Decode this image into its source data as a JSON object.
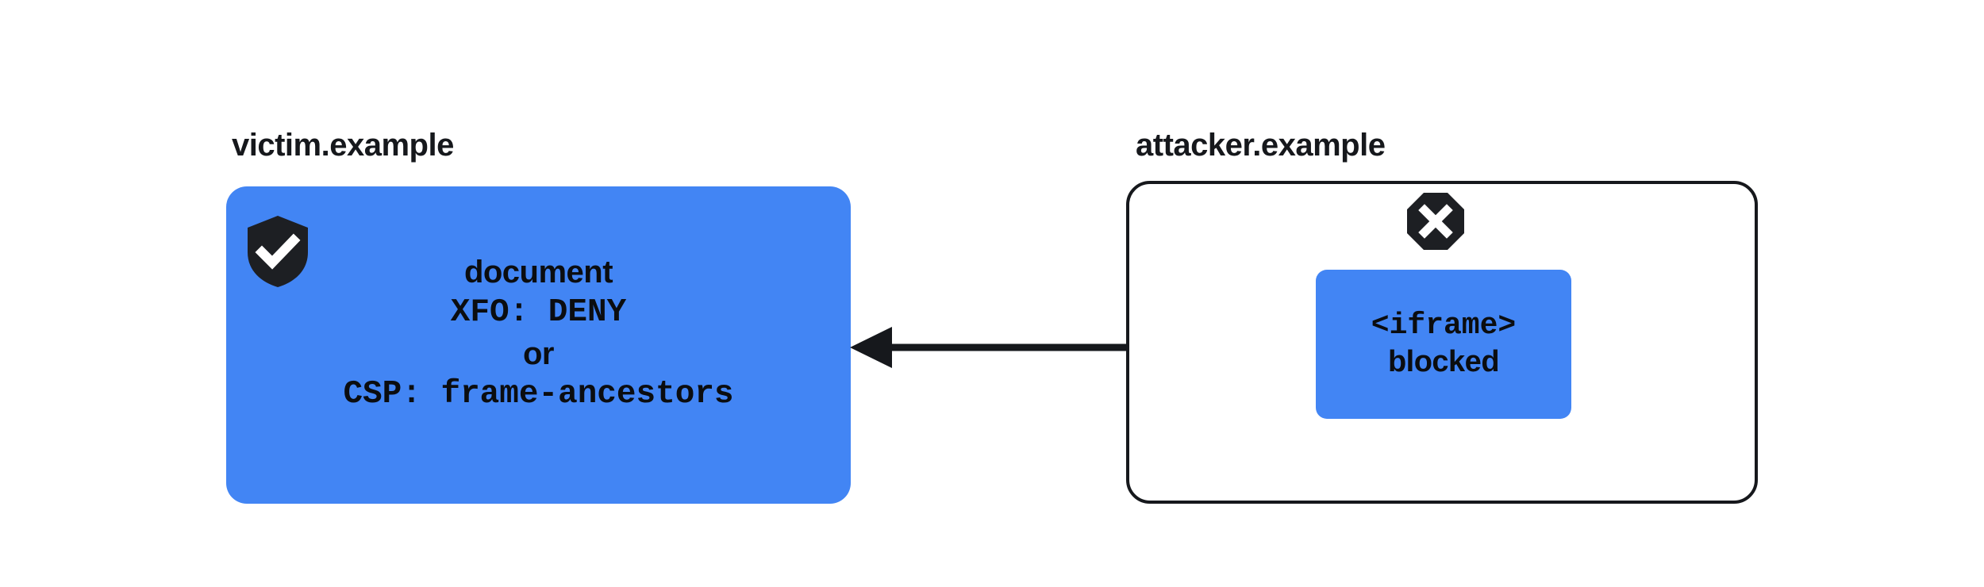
{
  "diagram": {
    "background_color": "#ffffff",
    "accent_color": "#4285f4",
    "ink_color": "#16181c",
    "victim": {
      "label": "victim.example",
      "icon": "shield-check-icon",
      "lines": [
        {
          "text": "document",
          "font": "sans"
        },
        {
          "text": "XFO: DENY",
          "font": "mono"
        },
        {
          "text": "or",
          "font": "sans"
        },
        {
          "text": "CSP: frame-ancestors",
          "font": "mono"
        }
      ]
    },
    "attacker": {
      "label": "attacker.example",
      "icon": "octagon-x-icon",
      "iframe_chip": {
        "line1": "<iframe>",
        "line2": "blocked"
      }
    },
    "arrow": {
      "name": "blocked-framing-arrow",
      "direction": "right-to-left"
    }
  }
}
